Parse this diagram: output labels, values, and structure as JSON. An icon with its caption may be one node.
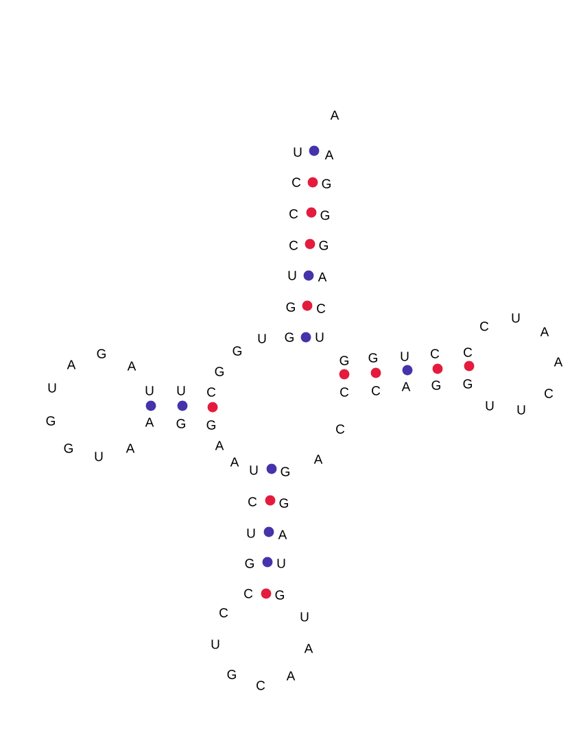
{
  "diagram": {
    "labels": [
      "U",
      "C",
      "C",
      "C",
      "U",
      "G",
      "G",
      "U",
      "G",
      "G",
      "C",
      "U",
      "U",
      "A",
      "G",
      "A",
      "U",
      "G",
      "G",
      "U",
      "A",
      "A",
      "G",
      "G",
      "A",
      "A",
      "U",
      "C",
      "U",
      "G",
      "C",
      "C",
      "U",
      "G",
      "C",
      "A",
      "A",
      "U",
      "G",
      "U",
      "A",
      "G",
      "G",
      "A",
      "C",
      "C",
      "C",
      "A",
      "G",
      "G",
      "U",
      "U",
      "C",
      "A",
      "A",
      "U",
      "C",
      "C",
      "C",
      "U",
      "G",
      "G",
      "U",
      "C",
      "A",
      "G",
      "G",
      "G",
      "A",
      "A"
    ]
  }
}
